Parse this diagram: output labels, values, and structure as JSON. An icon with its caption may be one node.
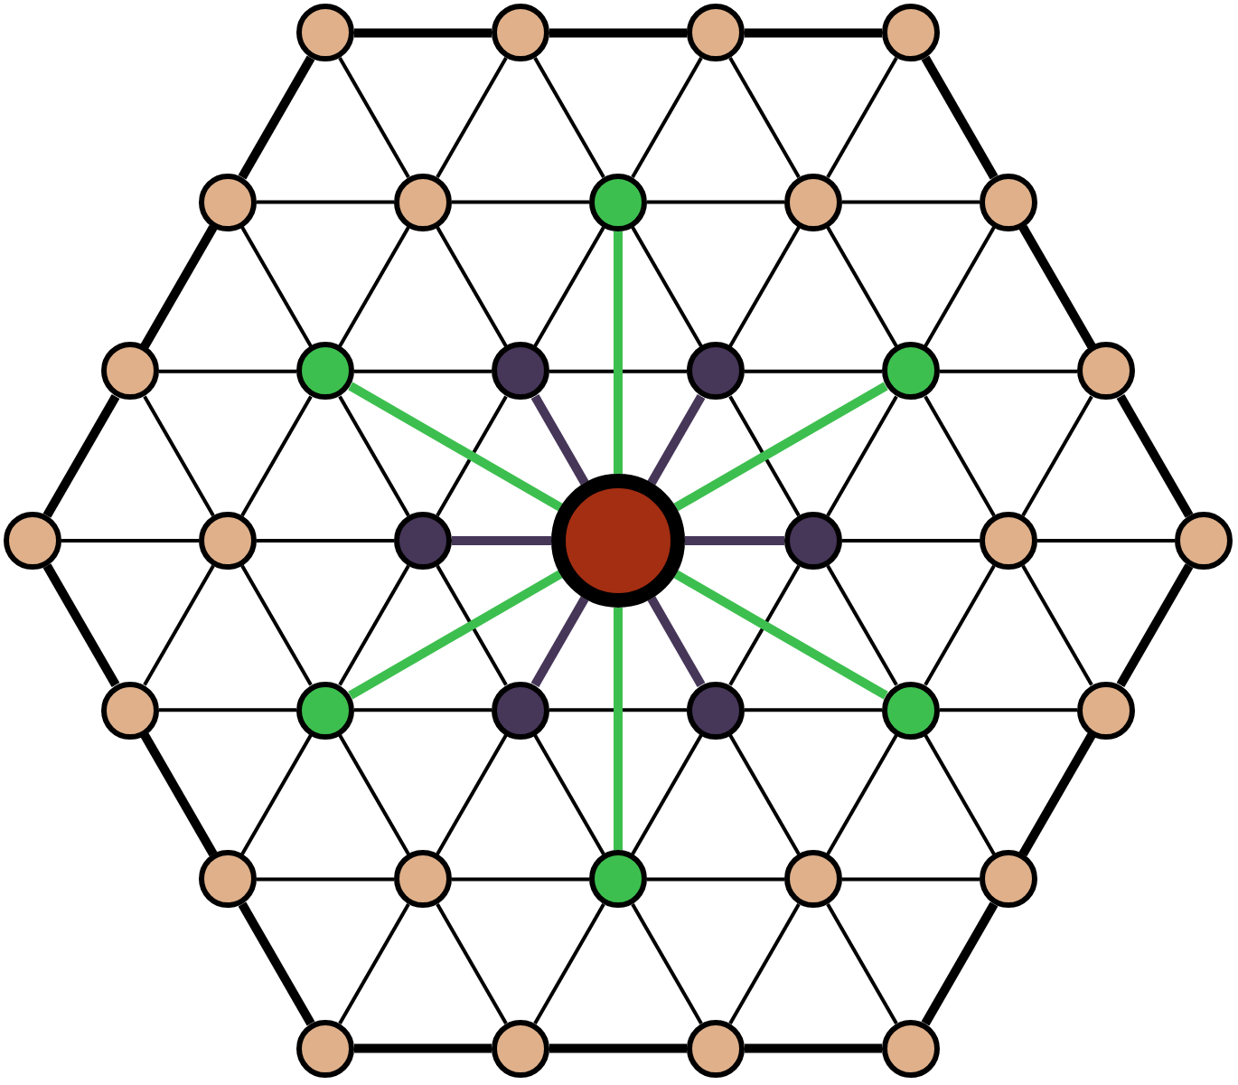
{
  "diagram": {
    "nodes": [
      {
        "text": [],
        "shape": "circle"
      },
      {
        "text": [],
        "shape": "circle"
      },
      {
        "text": [],
        "shape": "circle"
      },
      {
        "text": [],
        "shape": "circle"
      },
      {
        "text": [],
        "shape": "circle"
      },
      {
        "text": [],
        "shape": "circle"
      },
      {
        "text": [],
        "shape": "circle"
      },
      {
        "text": [],
        "shape": "circle"
      },
      {
        "text": [],
        "shape": "circle"
      },
      {
        "text": [],
        "shape": "circle"
      },
      {
        "text": [],
        "shape": "circle"
      },
      {
        "text": [],
        "shape": "circle"
      },
      {
        "text": [],
        "shape": "circle"
      },
      {
        "text": [],
        "shape": "circle"
      },
      {
        "text": [],
        "shape": "circle"
      },
      {
        "text": [],
        "shape": "circle"
      },
      {
        "text": [],
        "shape": "circle"
      },
      {
        "text": [],
        "shape": "circle"
      },
      {
        "text": [],
        "shape": "circle"
      },
      {
        "text": [],
        "shape": "circle"
      },
      {
        "text": [],
        "shape": "circle"
      },
      {
        "text": [],
        "shape": "circle"
      },
      {
        "text": [],
        "shape": "circle"
      },
      {
        "text": [],
        "shape": "circle"
      },
      {
        "text": [],
        "shape": "circle"
      },
      {
        "text": [],
        "shape": "circle"
      },
      {
        "text": [],
        "shape": "circle"
      },
      {
        "text": [],
        "shape": "circle"
      },
      {
        "text": [],
        "shape": "circle"
      },
      {
        "text": [],
        "shape": "circle"
      },
      {
        "text": [],
        "shape": "circle"
      },
      {
        "text": [],
        "shape": "circle"
      },
      {
        "text": [],
        "shape": "circle"
      },
      {
        "text": [],
        "shape": "circle"
      },
      {
        "text": [],
        "shape": "circle"
      },
      {
        "text": [],
        "shape": "circle"
      },
      {
        "text": [],
        "shape": "circle"
      }
    ],
    "edges": [
      {
        "from": 0,
        "to": 1,
        "arrow": "none",
        "style": "thick"
      },
      {
        "from": 1,
        "to": 2,
        "arrow": "none",
        "style": "thick"
      },
      {
        "from": 2,
        "to": 3,
        "arrow": "none",
        "style": "thick"
      },
      {
        "from": 4,
        "to": 5,
        "arrow": "none"
      },
      {
        "from": 5,
        "to": 6,
        "arrow": "none"
      },
      {
        "from": 6,
        "to": 7,
        "arrow": "none"
      },
      {
        "from": 7,
        "to": 8,
        "arrow": "none"
      },
      {
        "from": 9,
        "to": 10,
        "arrow": "none"
      },
      {
        "from": 10,
        "to": 11,
        "arrow": "none"
      },
      {
        "from": 11,
        "to": 12,
        "arrow": "none"
      },
      {
        "from": 12,
        "to": 13,
        "arrow": "none"
      },
      {
        "from": 13,
        "to": 14,
        "arrow": "none"
      },
      {
        "from": 15,
        "to": 16,
        "arrow": "none"
      },
      {
        "from": 16,
        "to": 17,
        "arrow": "none"
      },
      {
        "from": 17,
        "to": 18,
        "arrow": "none",
        "style": "thick",
        "color": "#463658"
      },
      {
        "from": 18,
        "to": 19,
        "arrow": "none",
        "style": "thick",
        "color": "#463658"
      },
      {
        "from": 19,
        "to": 20,
        "arrow": "none"
      },
      {
        "from": 20,
        "to": 21,
        "arrow": "none"
      },
      {
        "from": 22,
        "to": 23,
        "arrow": "none"
      },
      {
        "from": 23,
        "to": 24,
        "arrow": "none"
      },
      {
        "from": 24,
        "to": 25,
        "arrow": "none"
      },
      {
        "from": 25,
        "to": 26,
        "arrow": "none"
      },
      {
        "from": 26,
        "to": 27,
        "arrow": "none"
      },
      {
        "from": 28,
        "to": 29,
        "arrow": "none"
      },
      {
        "from": 29,
        "to": 30,
        "arrow": "none"
      },
      {
        "from": 30,
        "to": 31,
        "arrow": "none"
      },
      {
        "from": 31,
        "to": 32,
        "arrow": "none"
      },
      {
        "from": 33,
        "to": 34,
        "arrow": "none",
        "style": "thick"
      },
      {
        "from": 34,
        "to": 35,
        "arrow": "none",
        "style": "thick"
      },
      {
        "from": 35,
        "to": 36,
        "arrow": "none",
        "style": "thick"
      },
      {
        "from": 0,
        "to": 4,
        "arrow": "none",
        "style": "thick"
      },
      {
        "from": 0,
        "to": 5,
        "arrow": "none"
      },
      {
        "from": 1,
        "to": 5,
        "arrow": "none"
      },
      {
        "from": 1,
        "to": 6,
        "arrow": "none"
      },
      {
        "from": 2,
        "to": 6,
        "arrow": "none"
      },
      {
        "from": 2,
        "to": 7,
        "arrow": "none"
      },
      {
        "from": 3,
        "to": 7,
        "arrow": "none"
      },
      {
        "from": 3,
        "to": 8,
        "arrow": "none",
        "style": "thick"
      },
      {
        "from": 4,
        "to": 9,
        "arrow": "none",
        "style": "thick"
      },
      {
        "from": 4,
        "to": 10,
        "arrow": "none"
      },
      {
        "from": 5,
        "to": 10,
        "arrow": "none"
      },
      {
        "from": 5,
        "to": 11,
        "arrow": "none"
      },
      {
        "from": 6,
        "to": 11,
        "arrow": "none"
      },
      {
        "from": 6,
        "to": 12,
        "arrow": "none"
      },
      {
        "from": 7,
        "to": 12,
        "arrow": "none"
      },
      {
        "from": 7,
        "to": 13,
        "arrow": "none"
      },
      {
        "from": 8,
        "to": 13,
        "arrow": "none"
      },
      {
        "from": 8,
        "to": 14,
        "arrow": "none",
        "style": "thick"
      },
      {
        "from": 9,
        "to": 15,
        "arrow": "none",
        "style": "thick"
      },
      {
        "from": 9,
        "to": 16,
        "arrow": "none"
      },
      {
        "from": 10,
        "to": 16,
        "arrow": "none"
      },
      {
        "from": 10,
        "to": 17,
        "arrow": "none"
      },
      {
        "from": 11,
        "to": 17,
        "arrow": "none"
      },
      {
        "from": 11,
        "to": 18,
        "arrow": "none",
        "style": "thick",
        "color": "#463658"
      },
      {
        "from": 12,
        "to": 18,
        "arrow": "none",
        "style": "thick",
        "color": "#463658"
      },
      {
        "from": 12,
        "to": 19,
        "arrow": "none"
      },
      {
        "from": 13,
        "to": 19,
        "arrow": "none"
      },
      {
        "from": 13,
        "to": 20,
        "arrow": "none"
      },
      {
        "from": 14,
        "to": 20,
        "arrow": "none"
      },
      {
        "from": 14,
        "to": 21,
        "arrow": "none",
        "style": "thick"
      },
      {
        "from": 15,
        "to": 22,
        "arrow": "none",
        "style": "thick"
      },
      {
        "from": 16,
        "to": 22,
        "arrow": "none"
      },
      {
        "from": 16,
        "to": 23,
        "arrow": "none"
      },
      {
        "from": 17,
        "to": 23,
        "arrow": "none"
      },
      {
        "from": 17,
        "to": 24,
        "arrow": "none"
      },
      {
        "from": 18,
        "to": 24,
        "arrow": "none",
        "style": "thick",
        "color": "#463658"
      },
      {
        "from": 18,
        "to": 25,
        "arrow": "none",
        "style": "thick",
        "color": "#463658"
      },
      {
        "from": 19,
        "to": 25,
        "arrow": "none"
      },
      {
        "from": 19,
        "to": 26,
        "arrow": "none"
      },
      {
        "from": 20,
        "to": 26,
        "arrow": "none"
      },
      {
        "from": 20,
        "to": 27,
        "arrow": "none"
      },
      {
        "from": 21,
        "to": 27,
        "arrow": "none",
        "style": "thick"
      },
      {
        "from": 22,
        "to": 28,
        "arrow": "none",
        "style": "thick"
      },
      {
        "from": 23,
        "to": 28,
        "arrow": "none"
      },
      {
        "from": 23,
        "to": 29,
        "arrow": "none"
      },
      {
        "from": 24,
        "to": 29,
        "arrow": "none"
      },
      {
        "from": 24,
        "to": 30,
        "arrow": "none"
      },
      {
        "from": 25,
        "to": 30,
        "arrow": "none"
      },
      {
        "from": 25,
        "to": 31,
        "arrow": "none"
      },
      {
        "from": 26,
        "to": 31,
        "arrow": "none"
      },
      {
        "from": 26,
        "to": 32,
        "arrow": "none"
      },
      {
        "from": 27,
        "to": 32,
        "arrow": "none",
        "style": "thick"
      },
      {
        "from": 28,
        "to": 33,
        "arrow": "none",
        "style": "thick"
      },
      {
        "from": 29,
        "to": 33,
        "arrow": "none"
      },
      {
        "from": 29,
        "to": 34,
        "arrow": "none"
      },
      {
        "from": 30,
        "to": 34,
        "arrow": "none"
      },
      {
        "from": 30,
        "to": 35,
        "arrow": "none"
      },
      {
        "from": 31,
        "to": 35,
        "arrow": "none"
      },
      {
        "from": 31,
        "to": 36,
        "arrow": "none"
      },
      {
        "from": 32,
        "to": 36,
        "arrow": "none",
        "style": "thick"
      },
      {
        "from": 18,
        "to": 6,
        "arrow": "none",
        "style": "thick",
        "color": "#3dbf4f"
      },
      {
        "from": 18,
        "to": 10,
        "arrow": "none",
        "style": "thick",
        "color": "#3dbf4f"
      },
      {
        "from": 18,
        "to": 13,
        "arrow": "none",
        "style": "thick",
        "color": "#3dbf4f"
      },
      {
        "from": 18,
        "to": 23,
        "arrow": "none",
        "style": "thick",
        "color": "#3dbf4f"
      },
      {
        "from": 18,
        "to": 26,
        "arrow": "none",
        "style": "thick",
        "color": "#3dbf4f"
      },
      {
        "from": 18,
        "to": 30,
        "arrow": "none",
        "style": "thick",
        "color": "#3dbf4f"
      }
    ]
  }
}
